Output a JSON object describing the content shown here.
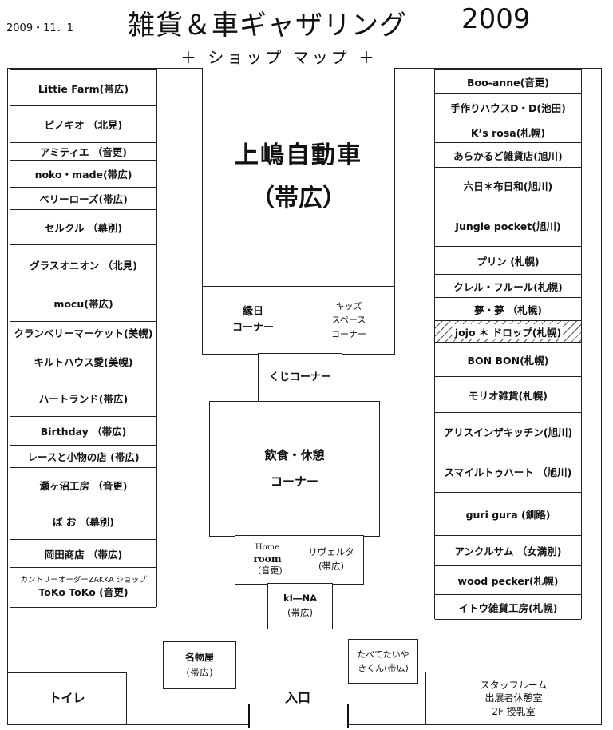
{
  "header": {
    "date": "2009・11．1",
    "title": "雑貨＆車ギャザリング",
    "year": "2009",
    "subtitle": "＋ ショップ マップ ＋"
  },
  "left_shops": [
    "Littie Farm(帯広)",
    "ピノキオ （北見)",
    "アミティエ （音更)",
    "noko・made(帯広)",
    "ベリーローズ(帯広)",
    "セルクル （幕別)",
    "グラスオニオン （北見)",
    "mocu(帯広)",
    "クランベリーマーケット(美幌)",
    "キルトハウス愛(美幌)",
    "ハートランド(帯広)",
    "Birthday （帯広)",
    "レースと小物の店 (帯広)",
    "瀬ヶ沼工房 （音更)",
    "ぱ お （幕別)",
    "岡田商店 （帯広)",
    [
      "カントリーオーダーZAKKA ショップ",
      "ToKo ToKo (音更)"
    ]
  ],
  "right_shops": [
    "Boo-anne(音更)",
    "手作りハウスD・D(池田)",
    "K’s rosa(札幌)",
    "あらかるど雑貨店(旭川)",
    "六日＊布日和(旭川)",
    "Jungle pocket(旭川)",
    "プリン (札幌)",
    "クレル・フルール(札幌)",
    "夢・夢 （札幌)",
    "jojo ＊ ドロップ(札幌)",
    "BON BON(札幌)",
    "モリオ雑貨(札幌)",
    "アリスインザキッチン(旭川)",
    "スマイルトゥハート （旭川)",
    "guri gura (釧路)",
    "アンクルサム （女満別)",
    "wood pecker(札幌)",
    "イトウ雑貨工房(札幌)"
  ],
  "center": {
    "kamishima": {
      "name": "上嶋自動車",
      "city": "（帯広）"
    },
    "ennichi": [
      "縁日",
      "コーナー"
    ],
    "kids": [
      "キッズ",
      "スペース",
      "コーナー"
    ],
    "kuji": "くじコーナー",
    "food": [
      "飲食・休憩",
      "コーナー"
    ],
    "home_room": [
      "Home",
      "room",
      "（音更)"
    ],
    "rivelta": [
      "リヴェルタ",
      "(帯広)"
    ],
    "kina": [
      "kI―NA",
      "(帯広)"
    ]
  },
  "bottom": {
    "meibutsu": [
      "名物屋",
      "(帯広)"
    ],
    "taiyaki": [
      "たべてたいや",
      "きくん(帯広)"
    ],
    "toilet": "トイレ",
    "entrance": "入口",
    "staff": [
      "スタッフルーム",
      "出展者休憩室",
      "2F 授乳室"
    ]
  }
}
